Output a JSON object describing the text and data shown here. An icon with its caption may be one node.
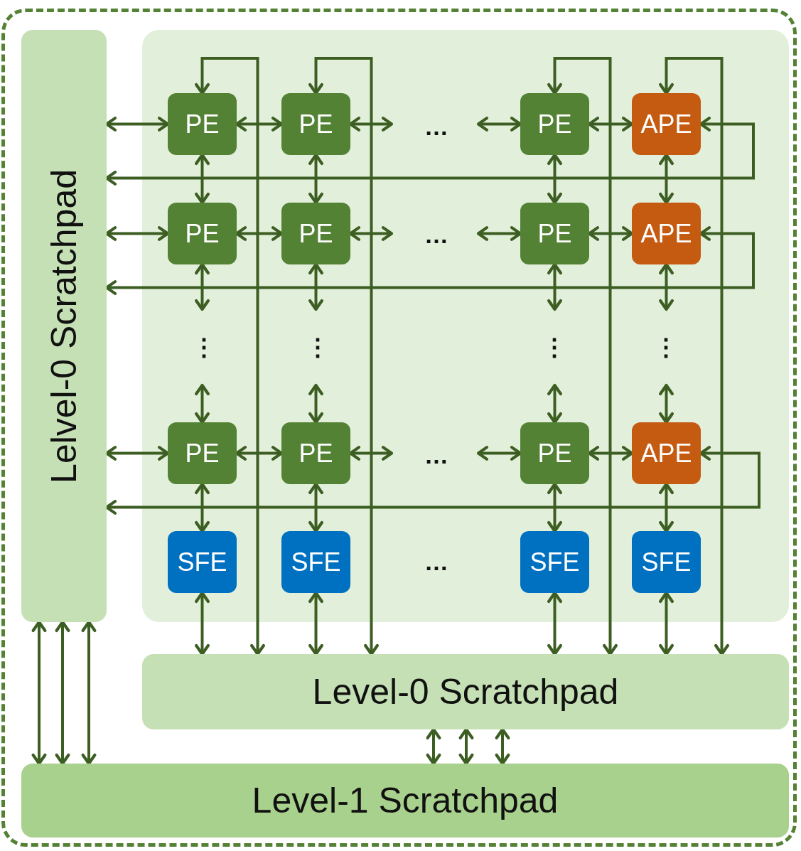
{
  "diagram": {
    "nodes": [
      {
        "text": [
          "Lelvel-0 Scratchpad"
        ]
      },
      {
        "text": [
          "PE"
        ]
      },
      {
        "text": [
          "PE"
        ]
      },
      {
        "text": [
          "PE"
        ]
      },
      {
        "text": [
          "APE"
        ]
      },
      {
        "text": [
          "PE"
        ]
      },
      {
        "text": [
          "PE"
        ]
      },
      {
        "text": [
          "PE"
        ]
      },
      {
        "text": [
          "APE"
        ]
      },
      {
        "text": [
          "PE"
        ]
      },
      {
        "text": [
          "PE"
        ]
      },
      {
        "text": [
          "PE"
        ]
      },
      {
        "text": [
          "APE"
        ]
      },
      {
        "text": [
          "SFE"
        ]
      },
      {
        "text": [
          "SFE"
        ]
      },
      {
        "text": [
          "SFE"
        ]
      },
      {
        "text": [
          "SFE"
        ]
      },
      {
        "text": [
          "Level-0 Scratchpad"
        ]
      },
      {
        "text": [
          "Level-1 Scratchpad"
        ]
      }
    ],
    "edges": [
      {
        "from": 0,
        "to": 1,
        "arrow": "both"
      },
      {
        "from": 1,
        "to": 2,
        "arrow": "both"
      },
      {
        "from": 2,
        "to": null,
        "arrow": "both"
      },
      {
        "from": null,
        "to": 3,
        "arrow": "both"
      },
      {
        "from": 3,
        "to": 4,
        "arrow": "both"
      },
      {
        "from": 4,
        "to": 0,
        "arrow": "both"
      },
      {
        "from": 0,
        "to": 5,
        "arrow": "both"
      },
      {
        "from": 5,
        "to": 6,
        "arrow": "both"
      },
      {
        "from": 6,
        "to": null,
        "arrow": "both"
      },
      {
        "from": null,
        "to": 7,
        "arrow": "both"
      },
      {
        "from": 7,
        "to": 8,
        "arrow": "both"
      },
      {
        "from": 8,
        "to": 0,
        "arrow": "both"
      },
      {
        "from": 0,
        "to": 9,
        "arrow": "both"
      },
      {
        "from": 9,
        "to": 10,
        "arrow": "both"
      },
      {
        "from": 10,
        "to": null,
        "arrow": "both"
      },
      {
        "from": null,
        "to": 11,
        "arrow": "both"
      },
      {
        "from": 11,
        "to": 12,
        "arrow": "both"
      },
      {
        "from": 12,
        "to": 0,
        "arrow": "both"
      },
      {
        "from": 1,
        "to": 5,
        "arrow": "both"
      },
      {
        "from": 2,
        "to": 6,
        "arrow": "both"
      },
      {
        "from": 3,
        "to": 7,
        "arrow": "both"
      },
      {
        "from": 4,
        "to": 8,
        "arrow": "both"
      },
      {
        "from": 5,
        "to": null,
        "arrow": "both"
      },
      {
        "from": 6,
        "to": null,
        "arrow": "both"
      },
      {
        "from": 7,
        "to": null,
        "arrow": "both"
      },
      {
        "from": 8,
        "to": null,
        "arrow": "both"
      },
      {
        "from": null,
        "to": 9,
        "arrow": "both"
      },
      {
        "from": null,
        "to": 10,
        "arrow": "both"
      },
      {
        "from": null,
        "to": 11,
        "arrow": "both"
      },
      {
        "from": null,
        "to": 12,
        "arrow": "both"
      },
      {
        "from": 9,
        "to": 13,
        "arrow": "both"
      },
      {
        "from": 10,
        "to": 14,
        "arrow": "both"
      },
      {
        "from": 11,
        "to": 15,
        "arrow": "both"
      },
      {
        "from": 12,
        "to": 16,
        "arrow": "both"
      },
      {
        "from": 13,
        "to": 17,
        "arrow": "both"
      },
      {
        "from": 14,
        "to": 17,
        "arrow": "both"
      },
      {
        "from": 15,
        "to": 17,
        "arrow": "both"
      },
      {
        "from": 16,
        "to": 17,
        "arrow": "both"
      },
      {
        "from": 17,
        "to": 1,
        "arrow": "both"
      },
      {
        "from": 17,
        "to": 2,
        "arrow": "both"
      },
      {
        "from": 17,
        "to": 3,
        "arrow": "both"
      },
      {
        "from": 17,
        "to": 4,
        "arrow": "both"
      },
      {
        "from": 0,
        "to": 18,
        "arrow": "both"
      },
      {
        "from": 0,
        "to": 18,
        "arrow": "both"
      },
      {
        "from": 0,
        "to": 18,
        "arrow": "both"
      },
      {
        "from": 17,
        "to": 18,
        "arrow": "both"
      },
      {
        "from": 17,
        "to": 18,
        "arrow": "both"
      },
      {
        "from": 17,
        "to": 18,
        "arrow": "both"
      }
    ],
    "labels": [
      "…",
      "…",
      "⋮",
      "⋮",
      "⋮",
      "⋮",
      "…",
      "…"
    ]
  }
}
